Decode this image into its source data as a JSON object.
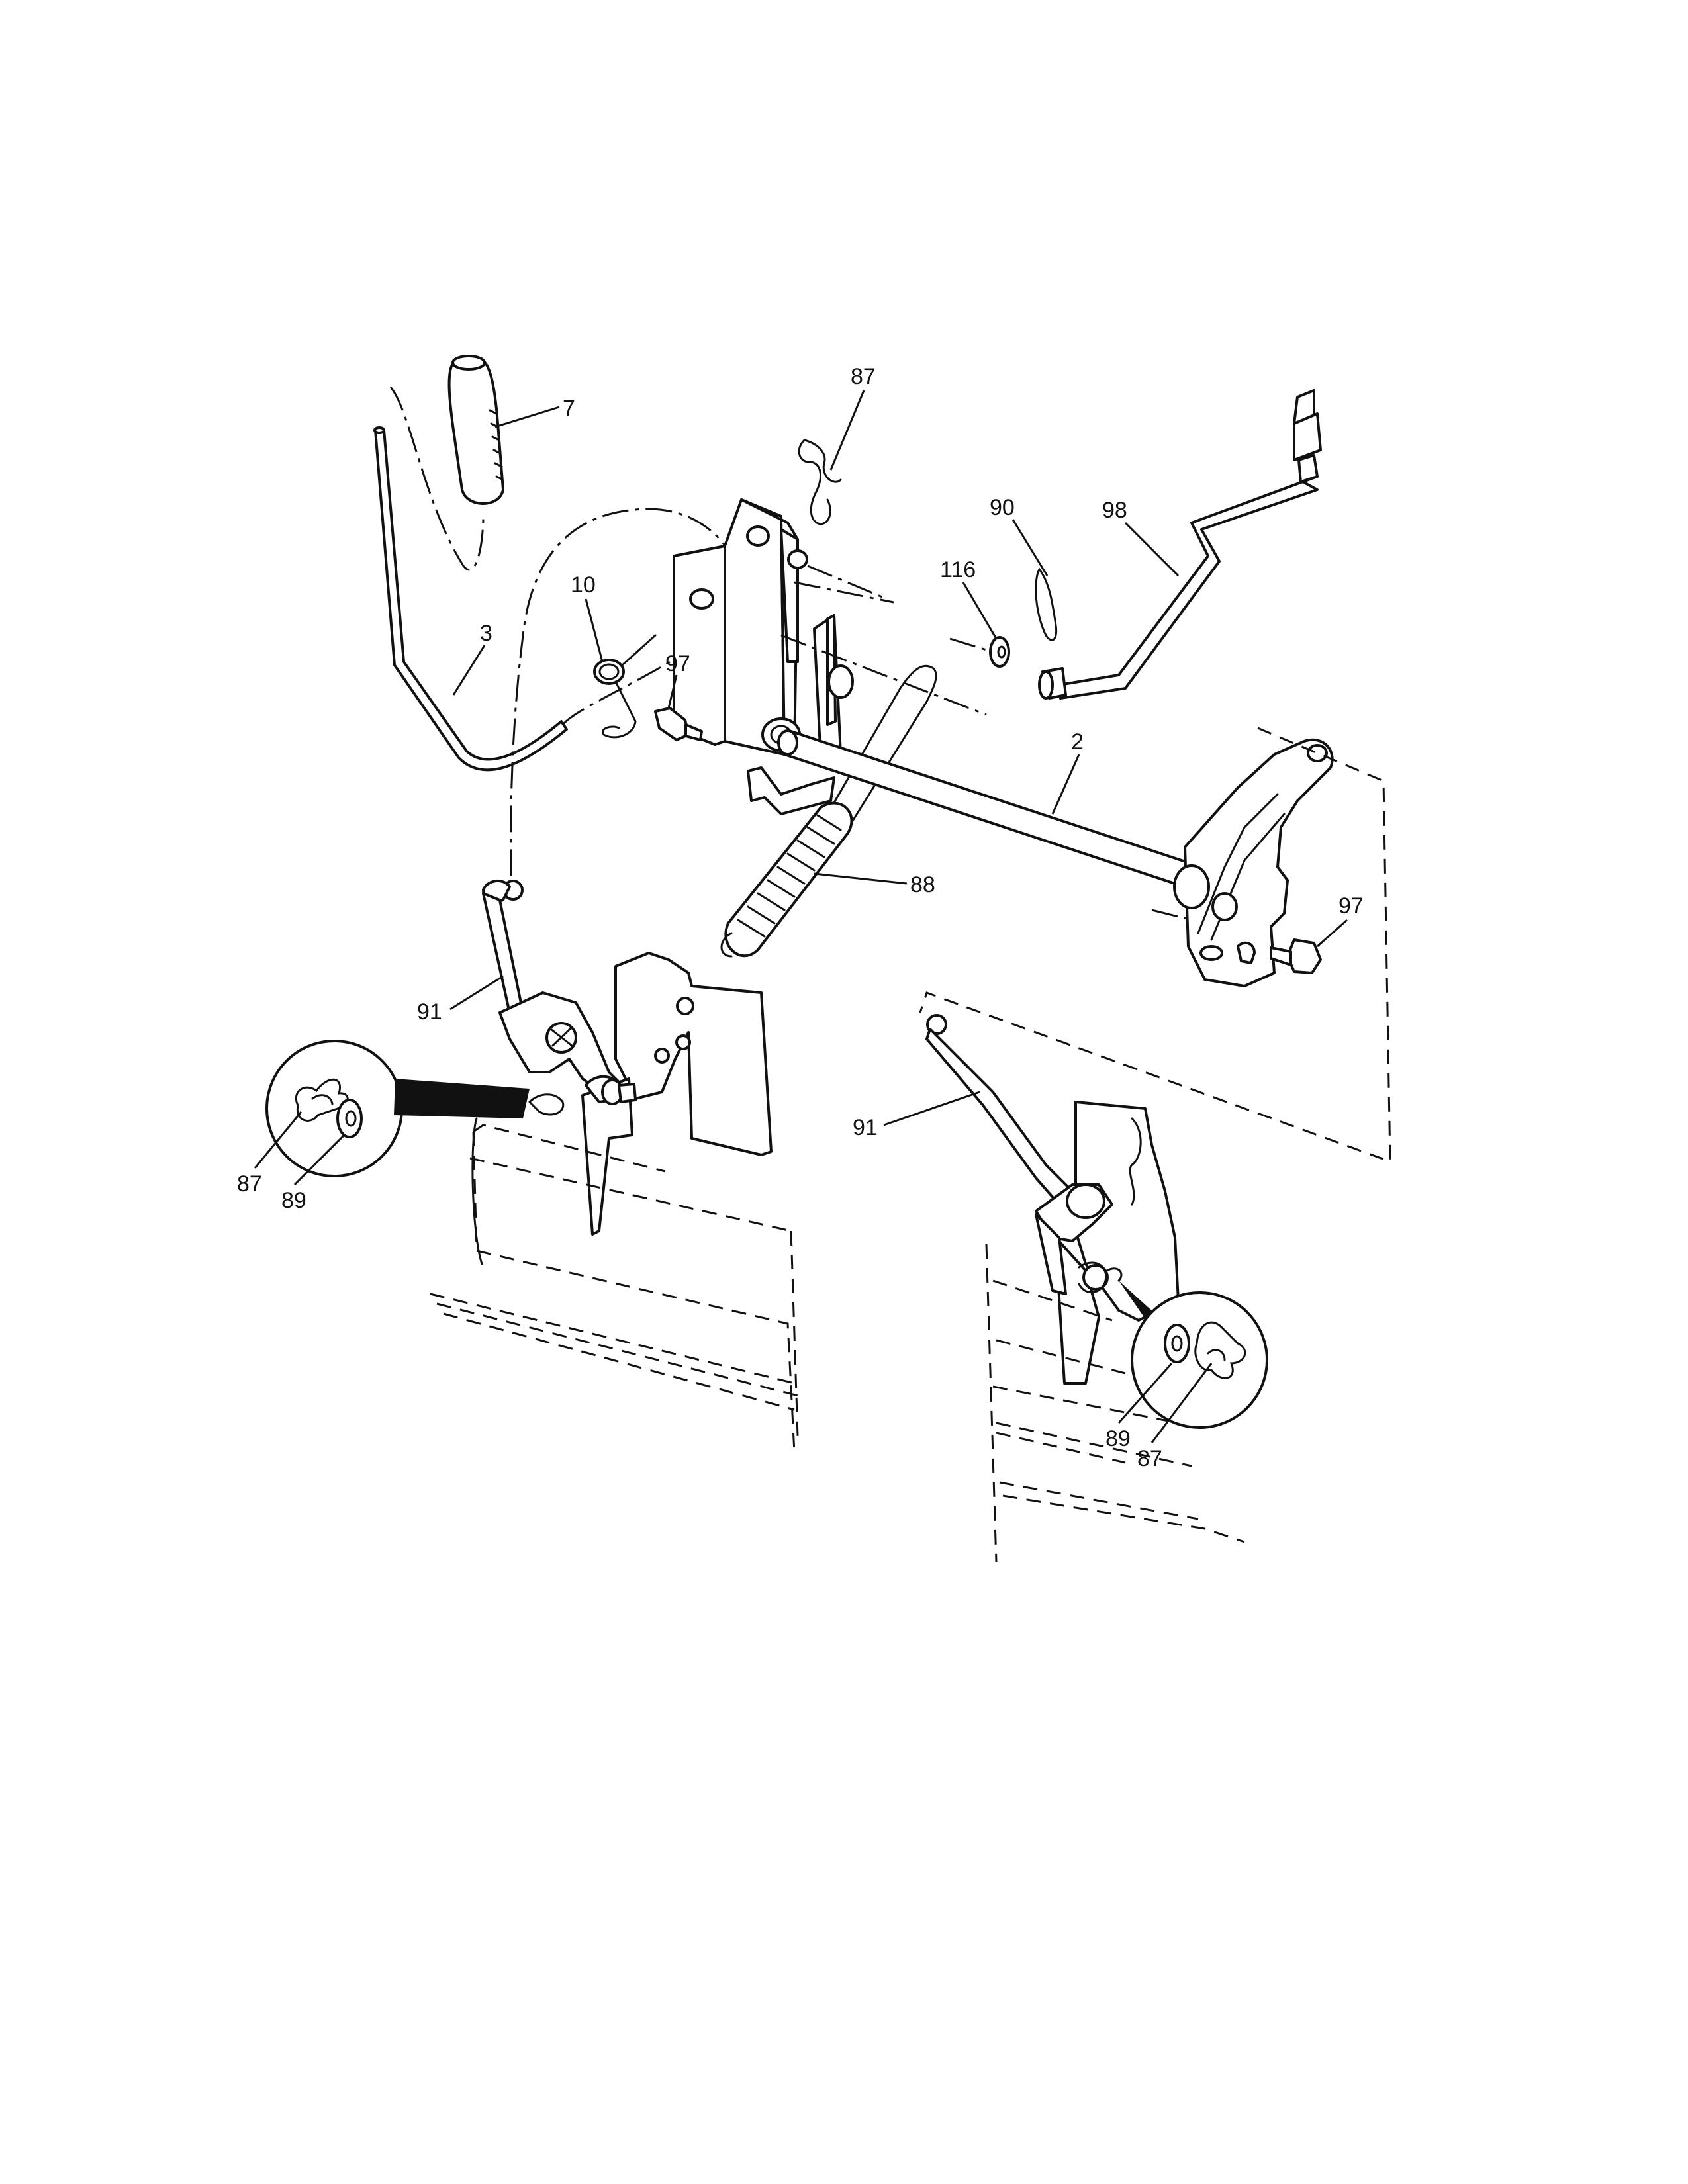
{
  "callouts": {
    "c7": "7",
    "c87_top": "87",
    "c90": "90",
    "c98": "98",
    "c116": "116",
    "c10": "10",
    "c3": "3",
    "c97_left": "97",
    "c2": "2",
    "c97_right": "97",
    "c88": "88",
    "c91_left": "91",
    "c91_right": "91",
    "c87_left": "87",
    "c89_left": "89",
    "c89_right": "89",
    "c87_right": "87"
  },
  "colors": {
    "line": "#111111",
    "background": "#ffffff"
  }
}
